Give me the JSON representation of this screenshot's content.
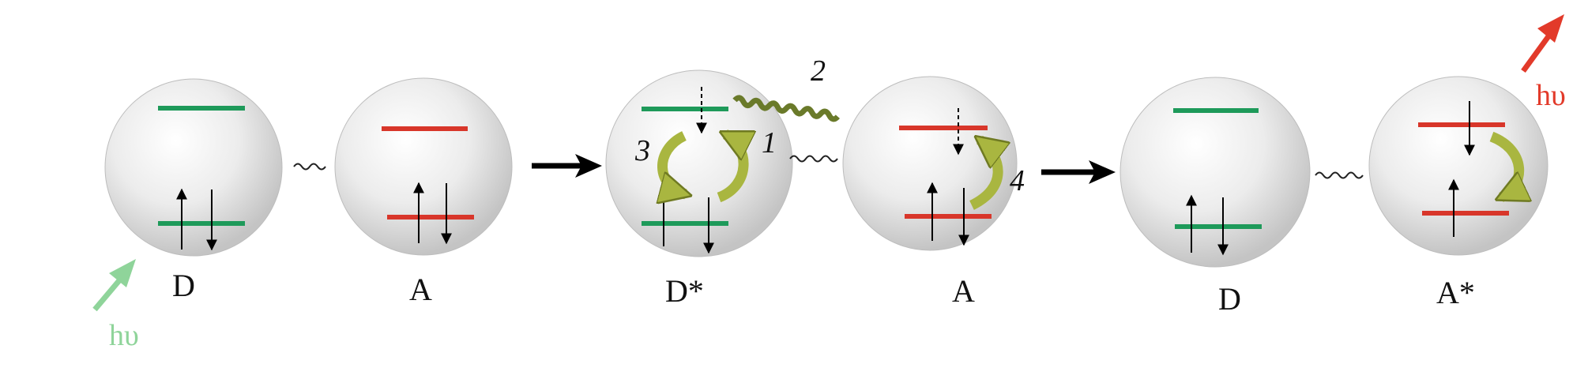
{
  "colors": {
    "donor_level": "#1e9a5a",
    "acceptor_level": "#d8362a",
    "excitation_arrow": "#8fd49a",
    "emission_arrow": "#e23a2a",
    "wavy_line": "#6a7a2a",
    "curved_arrow": "#a9b640"
  },
  "labels": {
    "stage1_donor": "D",
    "stage1_acceptor": "A",
    "stage2_donor": "D*",
    "stage2_acceptor": "A",
    "stage3_donor": "D",
    "stage3_acceptor": "A*",
    "excitation": "hυ",
    "emission": "hυ",
    "step1": "1",
    "step2": "2",
    "step3": "3",
    "step4": "4"
  }
}
